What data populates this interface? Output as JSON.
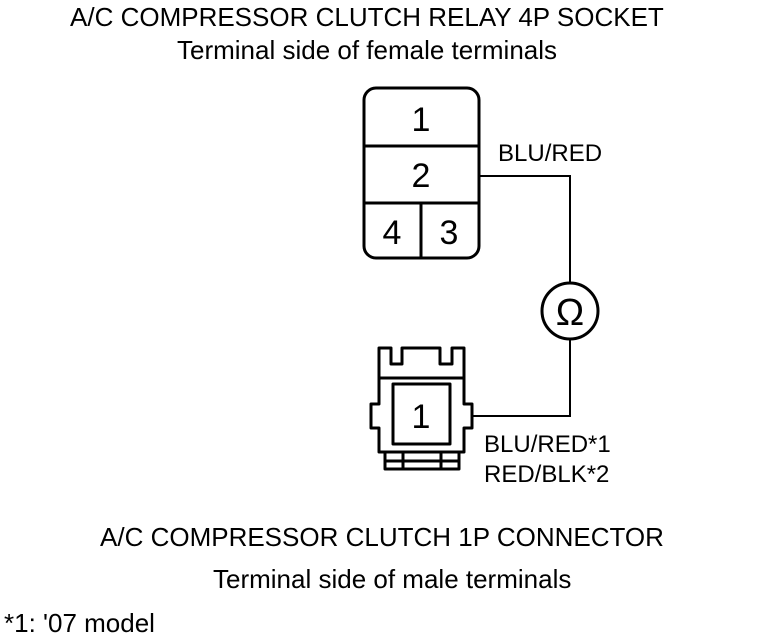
{
  "relay_socket": {
    "title": "A/C COMPRESSOR CLUTCH RELAY 4P SOCKET",
    "subtitle": "Terminal side of female terminals",
    "terminals": [
      "1",
      "2",
      "4",
      "3"
    ],
    "wire_label": "BLU/RED"
  },
  "meter": {
    "symbol": "Ω"
  },
  "clutch_connector": {
    "title": "A/C COMPRESSOR CLUTCH 1P CONNECTOR",
    "subtitle": "Terminal side of male terminals",
    "terminal": "1",
    "wire_label_1": "BLU/RED*1",
    "wire_label_2": "RED/BLK*2"
  },
  "notes": {
    "note_1": "*1: '07 model"
  }
}
